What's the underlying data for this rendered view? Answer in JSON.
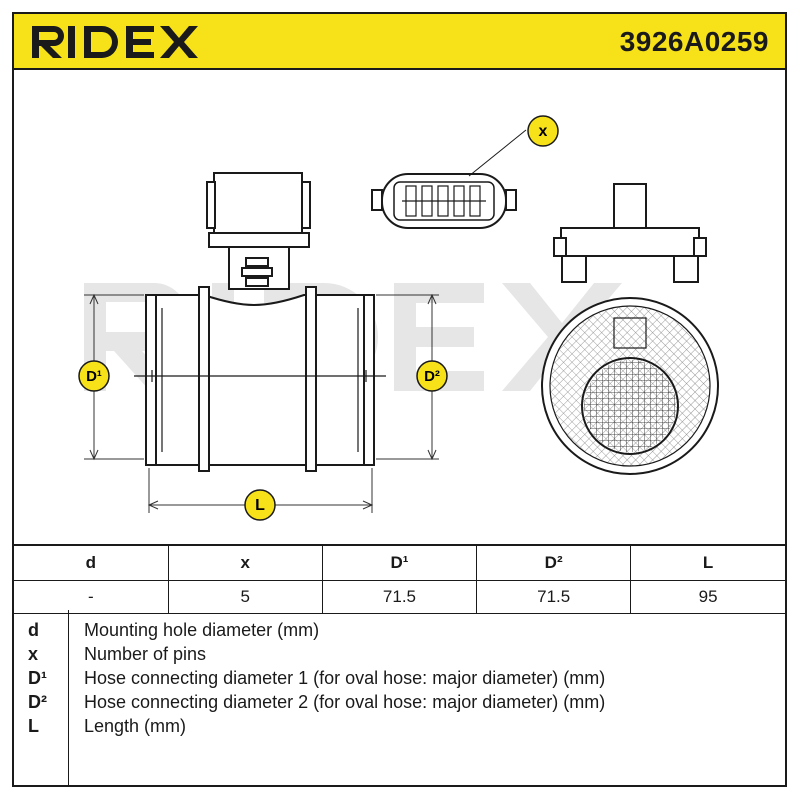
{
  "header": {
    "brand": "RIDEX",
    "part_number": "3926A0259"
  },
  "drawing": {
    "watermark": "RIDEX",
    "labels": {
      "x": "x",
      "d1": "D¹",
      "d2": "D²",
      "l": "L"
    },
    "badge_color": "#f7e21a"
  },
  "table": {
    "headers": [
      "d",
      "x",
      "D¹",
      "D²",
      "L"
    ],
    "values": [
      "-",
      "5",
      "71.5",
      "71.5",
      "95"
    ]
  },
  "legend": [
    {
      "key": "d",
      "text": "Mounting hole diameter (mm)"
    },
    {
      "key": "x",
      "text": "Number of pins"
    },
    {
      "key": "D¹",
      "text": "Hose connecting diameter 1 (for oval hose: major diameter) (mm)"
    },
    {
      "key": "D²",
      "text": "Hose connecting diameter 2 (for oval hose: major diameter) (mm)"
    },
    {
      "key": "L",
      "text": "Length (mm)"
    }
  ]
}
